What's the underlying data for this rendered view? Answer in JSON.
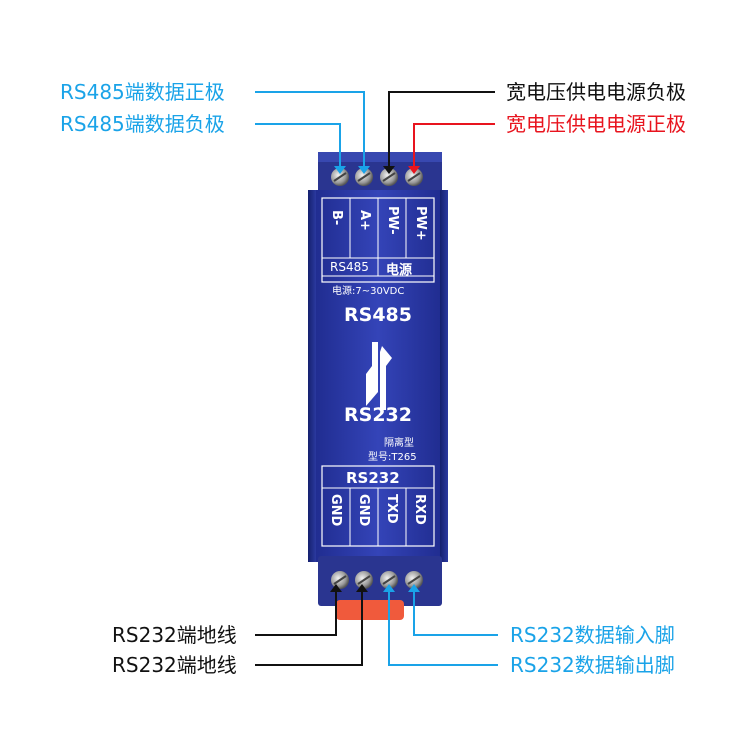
{
  "callouts": {
    "rs485_pos": "RS485端数据正极",
    "rs485_neg": "RS485端数据负极",
    "power_neg": "宽电压供电电源负极",
    "power_pos": "宽电压供电电源正极",
    "rs232_gnd1": "RS232端地线",
    "rs232_gnd2": "RS232端地线",
    "rs232_in": "RS232数据输入脚",
    "rs232_out": "RS232数据输出脚"
  },
  "module": {
    "top_pins": [
      "B-",
      "A+",
      "PW-",
      "PW+"
    ],
    "group_rs485": "RS485",
    "group_power": "电源",
    "voltage": "电源:7~30VDC",
    "title_top": "RS485",
    "title_bottom": "RS232",
    "isolated": "隔离型",
    "model": "型号:T265",
    "group_rs232": "RS232",
    "bottom_pins": [
      "GND",
      "GND",
      "TXD",
      "RXD"
    ]
  },
  "colors": {
    "blue_label": "#1aa3e8",
    "red_label": "#e8141e",
    "module_blue": "#2e3ca8"
  }
}
